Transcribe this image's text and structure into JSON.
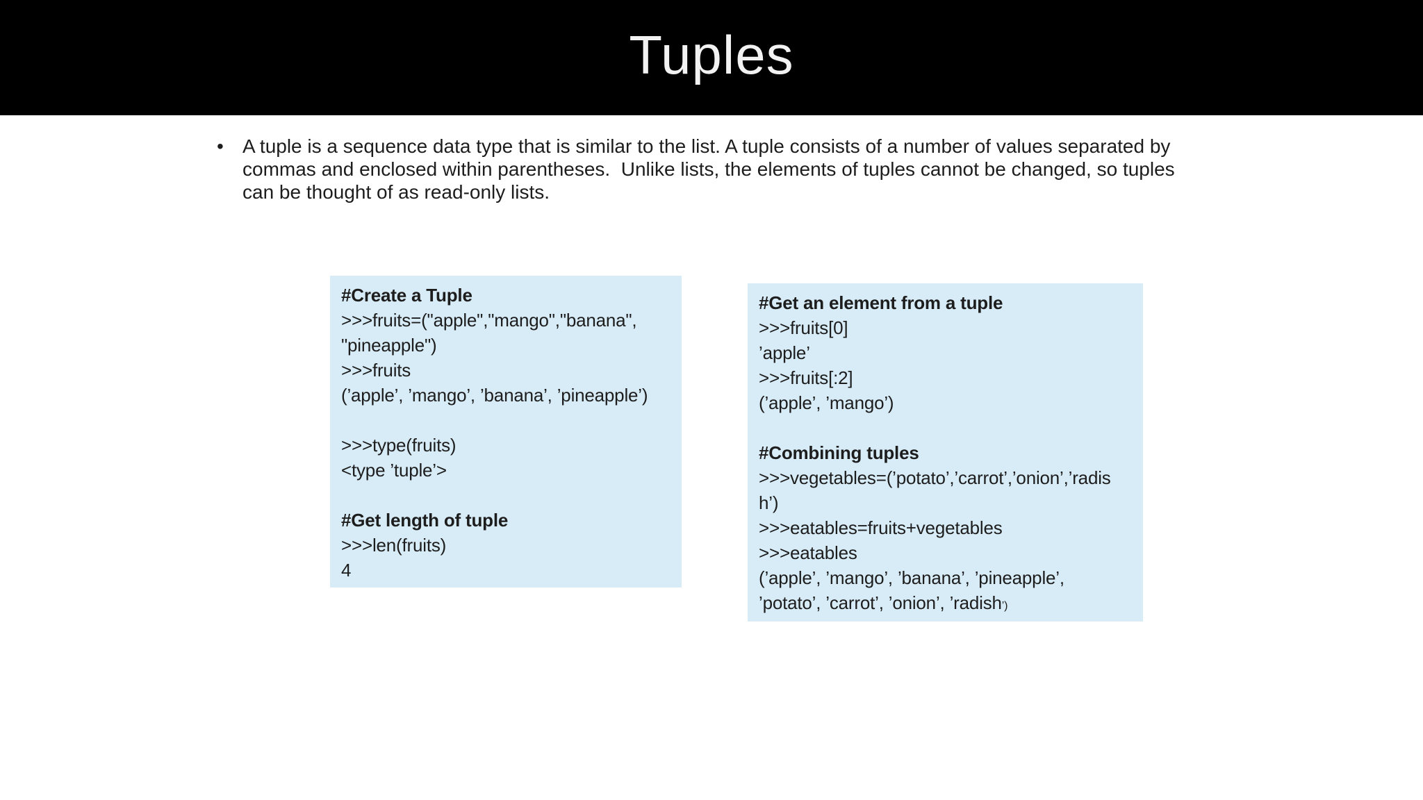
{
  "title": "Tuples",
  "bullet_glyph": "•",
  "intro": {
    "lines": [
      {
        "text": "A tuple is a sequence data type that is similar to the list. A tuple consists of a number of values separated by"
      },
      {
        "text": "commas and enclosed within parentheses.  Unlike lists, the elements of tuples cannot be changed, so tuples"
      },
      {
        "text": "can be thought of as read-only lists."
      }
    ]
  },
  "code_boxes": [
    {
      "name": "create-tuple",
      "lines": [
        {
          "text": "#Create a Tuple",
          "bold": true
        },
        {
          "text": ">>>fruits=(\"apple\",\"mango\",\"banana\","
        },
        {
          "text": "\"pineapple\")"
        },
        {
          "text": ">>>fruits"
        },
        {
          "text": "(’apple’, ’mango’, ’banana’, ’pineapple’)"
        },
        {
          "text": ""
        },
        {
          "text": ">>>type(fruits)"
        },
        {
          "text": "<type ’tuple’>"
        },
        {
          "text": ""
        },
        {
          "text": "#Get length of tuple",
          "bold": true
        },
        {
          "text": ">>>len(fruits)"
        },
        {
          "text": "4"
        }
      ]
    },
    {
      "name": "tuple-access-and-combine",
      "lines": [
        {
          "text": "#Get an element from a tuple",
          "bold": true
        },
        {
          "text": ">>>fruits[0]"
        },
        {
          "text": "’apple’"
        },
        {
          "text": ">>>fruits[:2]"
        },
        {
          "text": "(’apple’, ’mango’)"
        },
        {
          "text": ""
        },
        {
          "text": "#Combining tuples",
          "bold": true
        },
        {
          "text": ">>>vegetables=(’potato’,’carrot’,’onion’,’radis"
        },
        {
          "text": "h’)"
        },
        {
          "text": ">>>eatables=fruits+vegetables"
        },
        {
          "text": ">>>eatables"
        },
        {
          "text": "(’apple’, ’mango’, ’banana’, ’pineapple’,"
        },
        {
          "text": "’potato’, ’carrot’, ’onion’, ’radish",
          "suffix_small": "’)"
        }
      ]
    }
  ],
  "colors": {
    "header_bg": "#000000",
    "title_text": "#f2f2f2",
    "code_box_bg": "#d8ecf7",
    "body_text": "#1d1d1d",
    "slide_bg": "#ffffff"
  }
}
